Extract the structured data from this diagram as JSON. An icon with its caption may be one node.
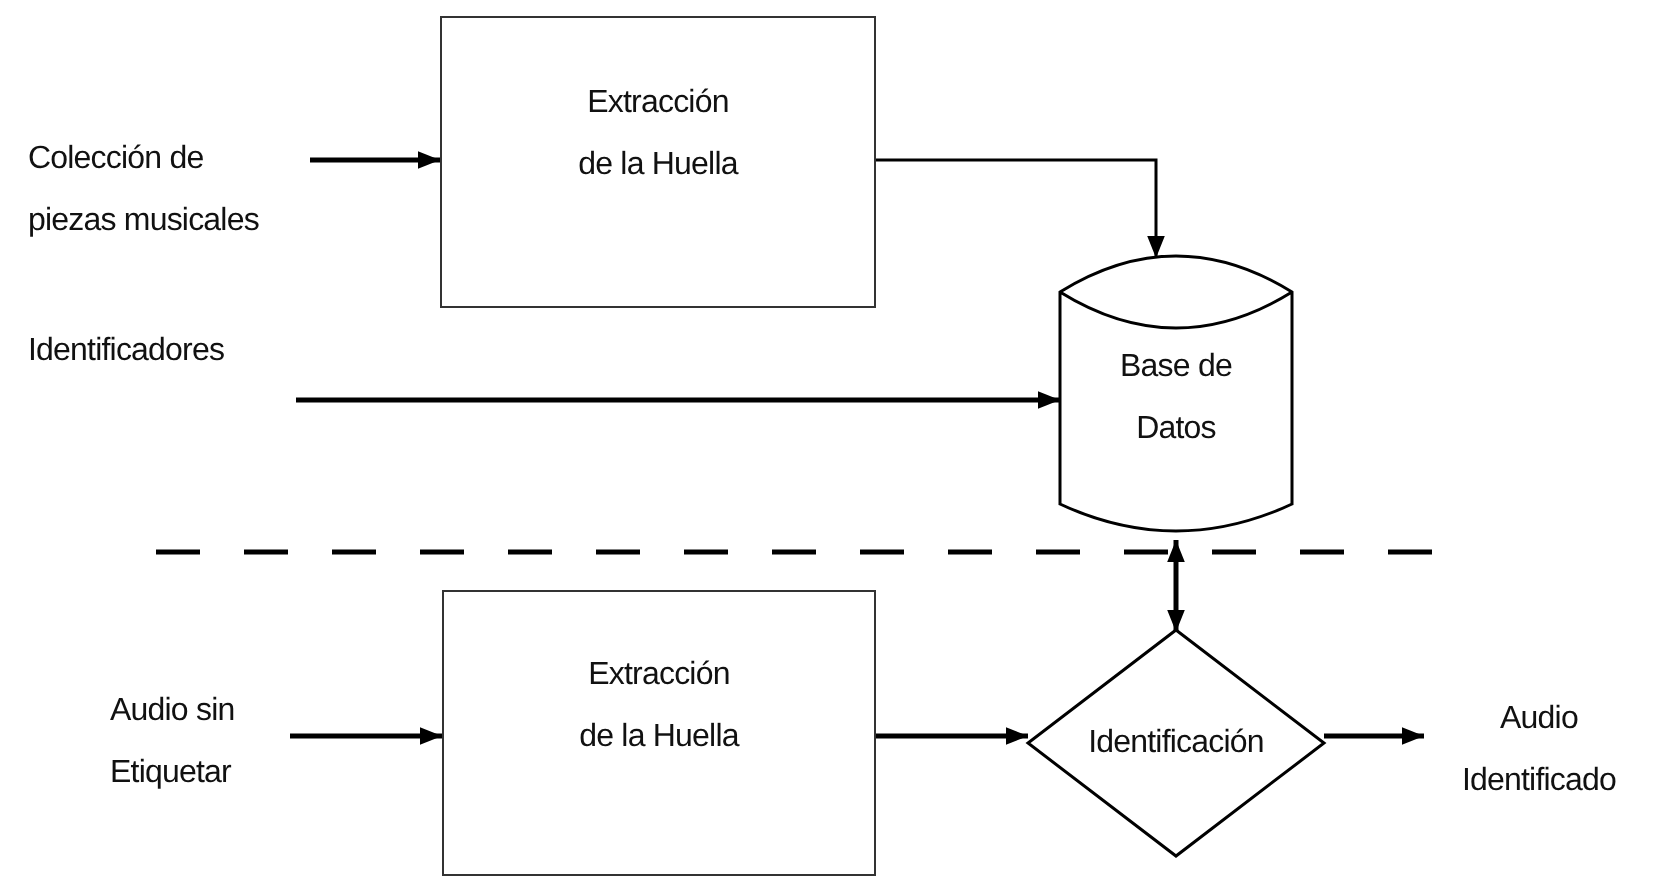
{
  "diagram": {
    "nodes": [
      {
        "text": [
          "Colección de piezas musicales"
        ]
      },
      {
        "text": [
          "Extracción de la Huella"
        ]
      },
      {
        "text": [
          "Identificadores"
        ]
      },
      {
        "text": [
          "Base de Datos"
        ]
      },
      {
        "text": [
          "Audio sin Etiquetar"
        ]
      },
      {
        "text": [
          "Extracción de la Huella"
        ]
      },
      {
        "text": [
          "Identificación"
        ]
      },
      {
        "text": [
          "Audio Identificado"
        ]
      }
    ],
    "edges": [
      {
        "from": 0,
        "to": 1,
        "arrow": "to"
      },
      {
        "from": 1,
        "to": 3,
        "arrow": "to"
      },
      {
        "from": 2,
        "to": 3,
        "arrow": "to"
      },
      {
        "from": 4,
        "to": 5,
        "arrow": "to"
      },
      {
        "from": 5,
        "to": 6,
        "arrow": "to"
      },
      {
        "from": 3,
        "to": 6,
        "arrow": "both"
      },
      {
        "from": 6,
        "to": 7,
        "arrow": "to"
      }
    ]
  }
}
